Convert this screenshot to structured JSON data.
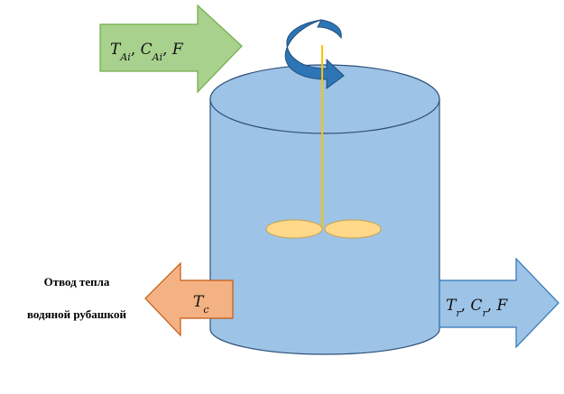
{
  "inlet_label": {
    "parts": [
      {
        "base": "T",
        "sub": "Ai"
      },
      {
        "sep": ", "
      },
      {
        "base": "C",
        "sub": "Ai"
      },
      {
        "sep": ", "
      },
      {
        "base": "F"
      }
    ]
  },
  "outlet_label": {
    "parts": [
      {
        "base": "T",
        "sub": "r"
      },
      {
        "sep": ", "
      },
      {
        "base": "C",
        "sub": "r"
      },
      {
        "sep": ", "
      },
      {
        "base": "F"
      }
    ]
  },
  "coolant_label": {
    "parts": [
      {
        "base": "T",
        "sub": "c"
      }
    ]
  },
  "heat_removal": {
    "line1": "Отвод тепла",
    "line2": "водяной рубашкой"
  },
  "colors": {
    "tank_fill": "#9dc3e6",
    "tank_stroke": "#2e4f7a",
    "inlet_arrow": "#a9d18e",
    "outlet_arrow": "#9dc3e6",
    "coolant_arrow": "#f4b183",
    "impeller": "#ffd88a",
    "shaft": "#ffc000",
    "rotation_arrow": "#2e75b6"
  },
  "icons": {
    "rotation": "rotation-arrow-icon",
    "impeller": "impeller-icon"
  }
}
